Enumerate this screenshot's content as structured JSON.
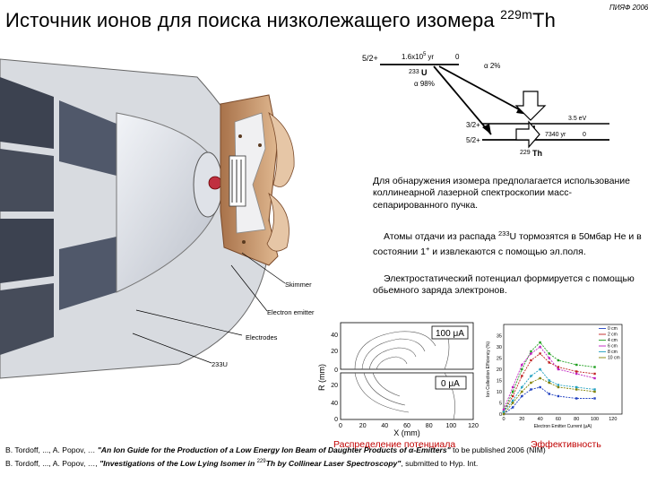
{
  "slide": {
    "title": "Источник ионов для поиска низколежащего изомера",
    "title_sup": "229m",
    "title_element": "Th",
    "corner_label": "ПИЯФ 2006"
  },
  "level_scheme": {
    "top_level_spin": "5/2+",
    "half_life_top": "1.6x10",
    "half_life_top_exp": "5",
    "half_life_top_unit": "yr",
    "energy_top": "0",
    "parent_mass": "233",
    "parent_element": "U",
    "branch_1": "α 2%",
    "branch_2": "α 98%",
    "isomer_spin": "3/2+",
    "isomer_energy": "3.5 eV",
    "ground_spin": "5/2+",
    "ground_half_life": "7340 yr",
    "ground_energy": "0",
    "daughter_mass": "229",
    "daughter_element": "Th"
  },
  "ion_source": {
    "label_skimmer": "Skimmer",
    "label_emitter": "Electron emitter",
    "label_electrodes": "Electrodes",
    "label_source": "233U"
  },
  "notes": {
    "p1": "Для обнаружения изомера предполагается использование коллинеарной лазерной спектроскопии масс-сепарированного пучка.",
    "p2_a": "Атомы отдачи из распада ",
    "p2_sup": "233",
    "p2_b": "U тормозятся в 50мбар Не и в состоянии 1",
    "p2_sup2": "+",
    "p2_c": " и извлекаются с помощью эл.поля.",
    "p3": "Электростатический потенциал формируется с помощью обьемного заряда электронов."
  },
  "potential_plot": {
    "ylabel": "R (mm)",
    "xlabel": "X (mm)",
    "x_ticks": [
      "0",
      "20",
      "40",
      "60",
      "80",
      "100",
      "120"
    ],
    "y_ticks_top": [
      "40",
      "20",
      "0"
    ],
    "y_ticks_bottom": [
      "20",
      "40",
      "0"
    ],
    "label_100": "100 μA",
    "label_0": "0 μA",
    "caption": "Распределение потенциала"
  },
  "chart_data": {
    "type": "line",
    "title": "",
    "xlabel": "Electron Emitter Current (μA)",
    "ylabel": "Ion Collection Efficiency (%)",
    "xlim": [
      0,
      130
    ],
    "ylim": [
      0,
      40
    ],
    "x_ticks": [
      0,
      20,
      40,
      60,
      80,
      100,
      120
    ],
    "y_ticks": [
      0,
      5,
      10,
      15,
      20,
      25,
      30,
      35
    ],
    "x": [
      0,
      10,
      20,
      30,
      40,
      50,
      60,
      80,
      100
    ],
    "series": [
      {
        "name": "0 cm",
        "color": "#2040c0",
        "values": [
          0,
          3,
          8,
          11,
          12,
          9,
          8,
          7,
          7
        ]
      },
      {
        "name": "2 cm",
        "color": "#c02020",
        "values": [
          1,
          8,
          17,
          24,
          27,
          23,
          21,
          19,
          18
        ]
      },
      {
        "name": "4 cm",
        "color": "#20a020",
        "values": [
          1,
          10,
          20,
          28,
          32,
          27,
          24,
          22,
          21
        ]
      },
      {
        "name": "6 cm",
        "color": "#c020c0",
        "values": [
          2,
          12,
          22,
          27,
          30,
          25,
          20,
          18,
          16
        ]
      },
      {
        "name": "8 cm",
        "color": "#20a0c0",
        "values": [
          1,
          6,
          12,
          17,
          20,
          15,
          13,
          12,
          11
        ]
      },
      {
        "name": "10 cm",
        "color": "#808000",
        "values": [
          0,
          5,
          10,
          14,
          16,
          14,
          12,
          11,
          10
        ]
      }
    ],
    "caption": "Эффективность"
  },
  "references": {
    "r1_a": "B. Tordoff, ..., A. Popov, … ",
    "r1_b": "\"An Ion Guide for the Production of a Low Energy Ion Beam of Daughter Products of α-Emitters\"",
    "r1_c": " to be published 2006 (NIM)",
    "r2_a": "B. Tordoff, ..., A. Popov, …, ",
    "r2_b": "\"Investigations of the Low Lying Isomer in ",
    "r2_sup": "229",
    "r2_c": "Th by Collinear Laser Spectroscopy\"",
    "r2_d": ", submitted to Hyp. Int."
  }
}
